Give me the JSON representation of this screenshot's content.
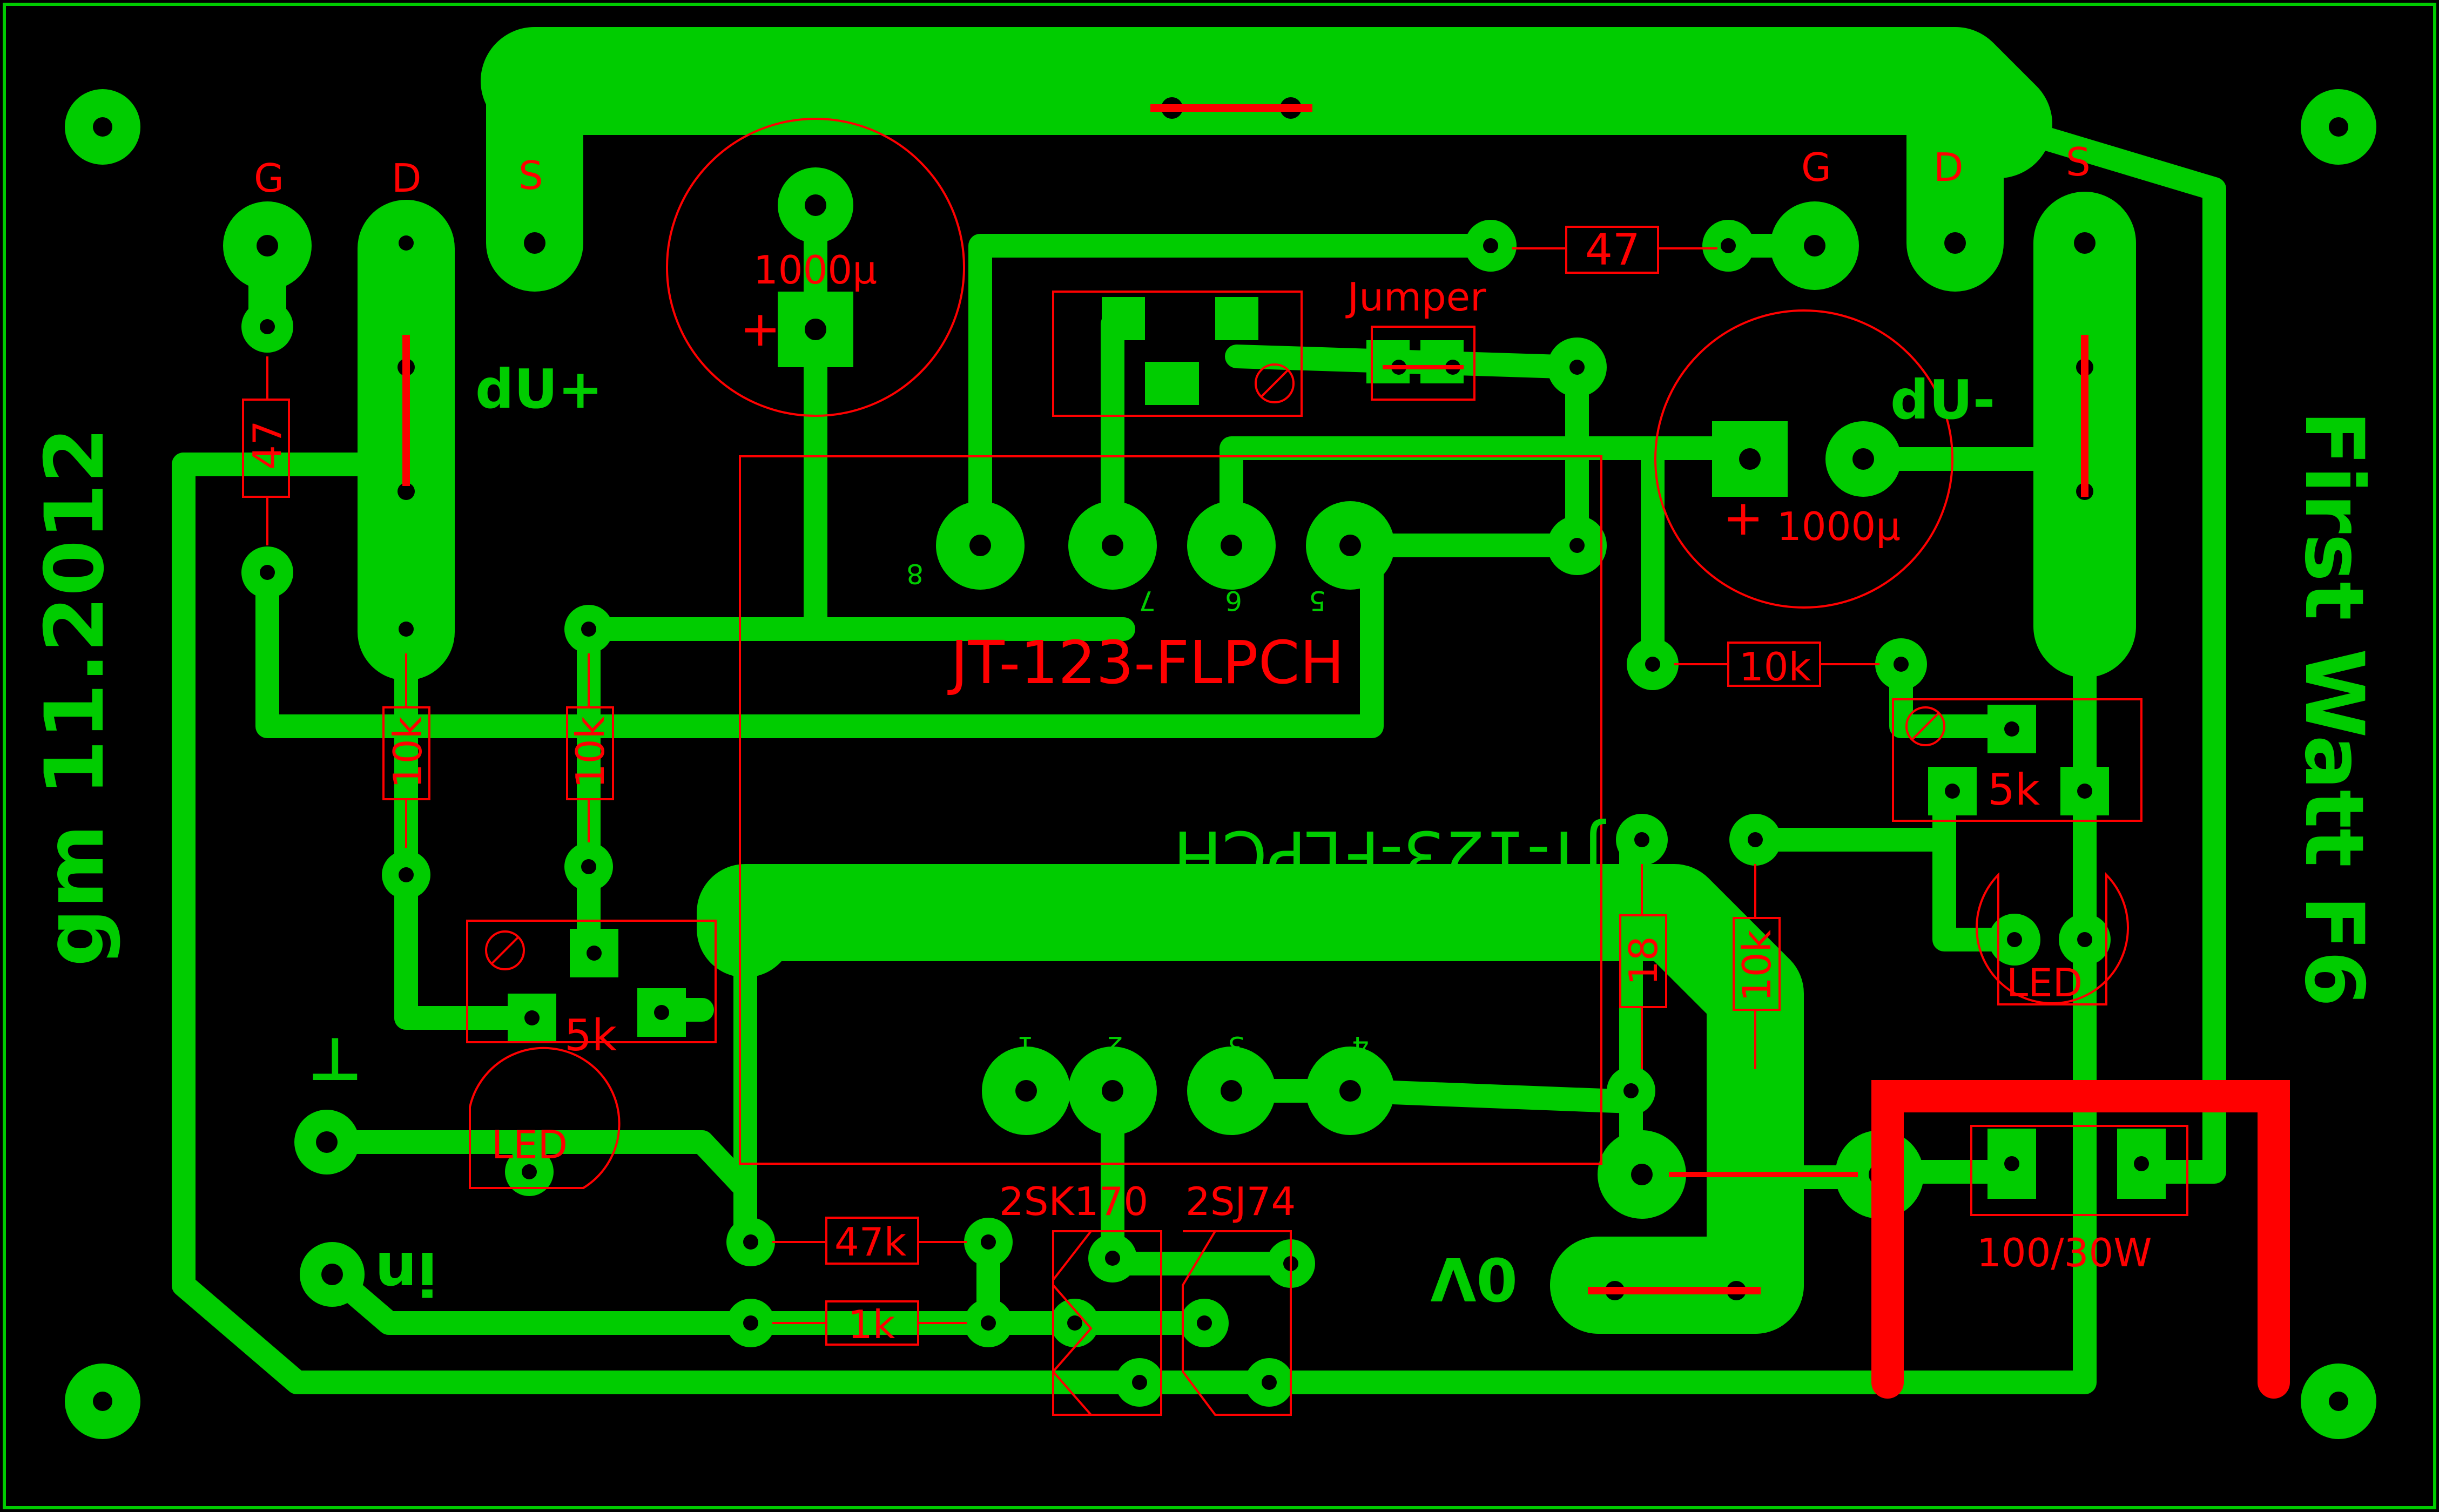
{
  "colors": {
    "background": "#000000",
    "copper": "#00cc00",
    "silkscreen": "#ff0000",
    "outline": "#00cc00"
  },
  "board": {
    "copper_text": {
      "title": "First Watt F6",
      "credit": "gm 11.2012",
      "ic_mirror": "JT-123-FLPCH",
      "du_plus": "dU+",
      "du_minus": "dU-",
      "ground": "⊥",
      "input": "in",
      "output": "0V"
    },
    "pin_numbers": [
      "8",
      "7",
      "6",
      "5",
      "1",
      "2",
      "3",
      "4"
    ],
    "labels": {
      "g_left": "G",
      "d_left": "D",
      "s_left": "S",
      "g_right": "G",
      "d_right": "D",
      "s_right": "S",
      "cap_left": "1000µ",
      "cap_left_plus": "+",
      "cap_right": "1000µ",
      "cap_right_plus": "+",
      "res_47_top": "47",
      "res_47_left": "47",
      "jumper": "Jumper",
      "ic": "JT-123-FLPCH",
      "res_10k_left1": "10k",
      "res_10k_left2": "10k",
      "res_10k_right_h": "10k",
      "res_10k_right_v": "10k",
      "res_18": "18",
      "pot_5k_left": "5k",
      "pot_5k_right": "5k",
      "led_left": "LED",
      "led_right": "LED",
      "res_47k": "47k",
      "res_1k": "1k",
      "jfet_n": "2SK170",
      "jfet_p": "2SJ74",
      "power_res": "100/30W"
    }
  }
}
